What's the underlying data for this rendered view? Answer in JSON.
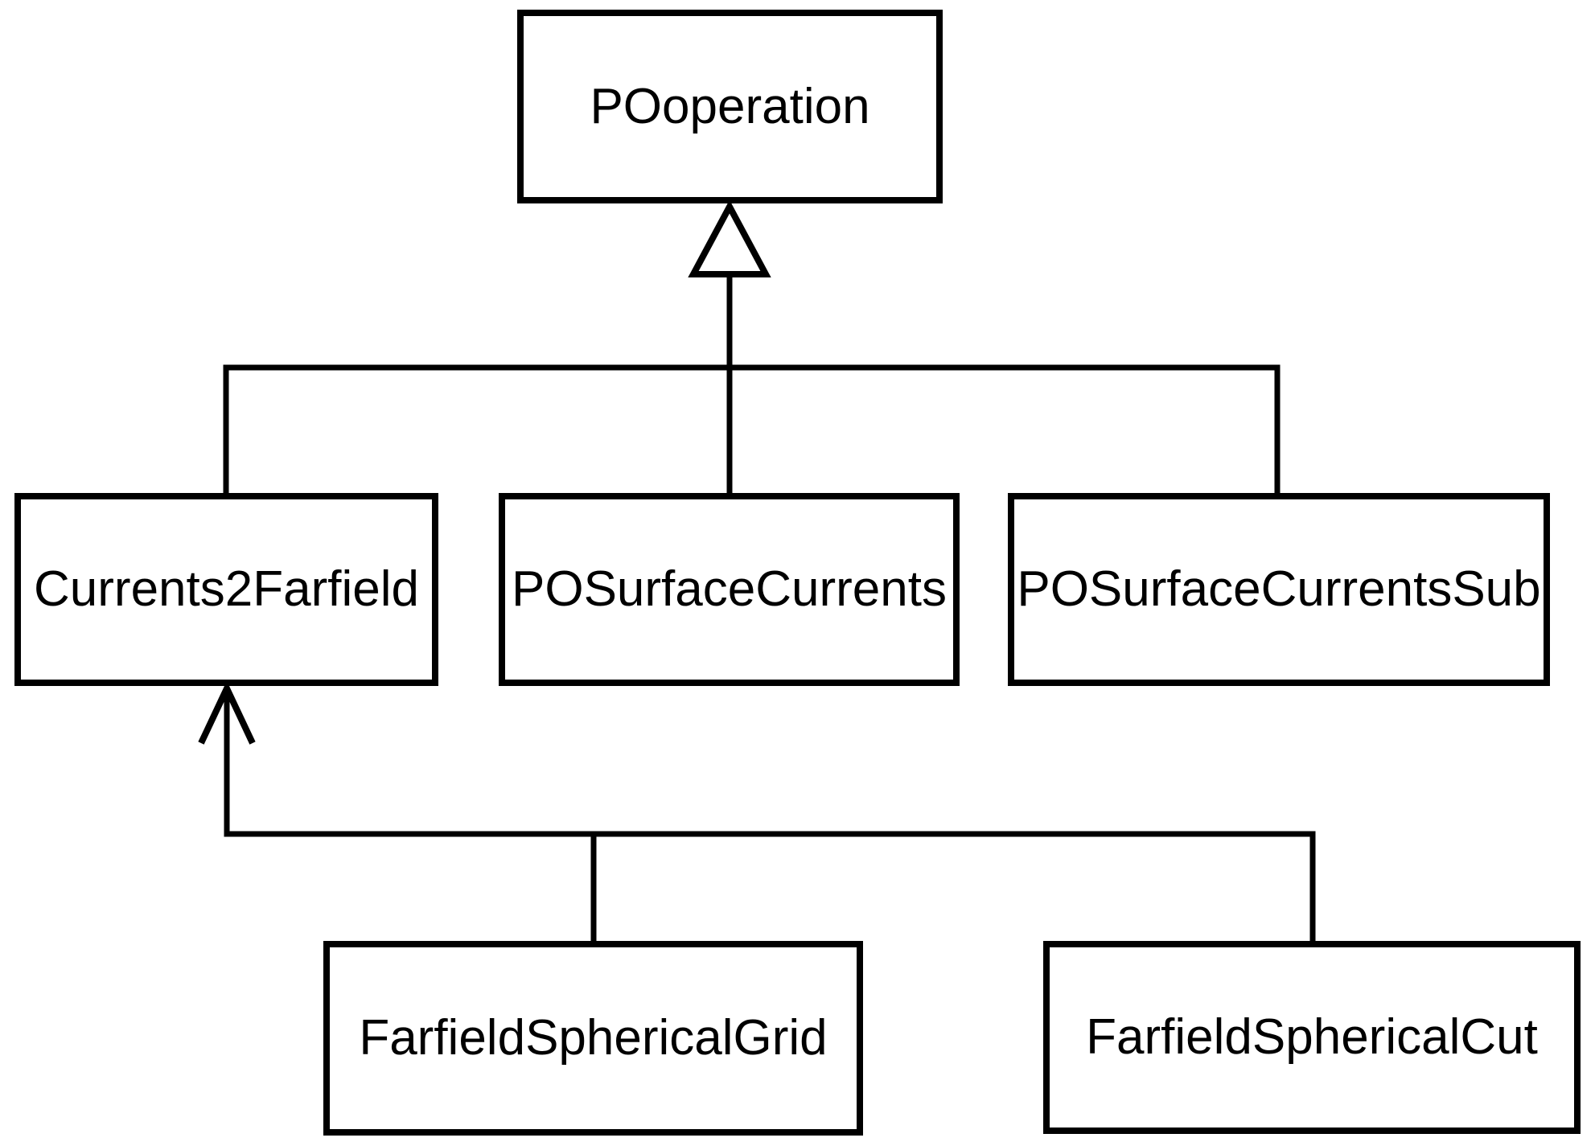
{
  "diagram": {
    "kind": "uml-class-inheritance-diagram",
    "colors": {
      "stroke": "#000000",
      "node_fill": "#ffffff",
      "text": "#000000",
      "background": "#ffffff"
    },
    "nodes": [
      {
        "id": "POoperation",
        "label": "POoperation"
      },
      {
        "id": "Currents2Farfield",
        "label": "Currents2Farfield"
      },
      {
        "id": "POSurfaceCurrents",
        "label": "POSurfaceCurrents"
      },
      {
        "id": "POSurfaceCurrentsSub",
        "label": "POSurfaceCurrentsSub"
      },
      {
        "id": "FarfieldSphericalGrid",
        "label": "FarfieldSphericalGrid"
      },
      {
        "id": "FarfieldSphericalCut",
        "label": "FarfieldSphericalCut"
      }
    ],
    "edges": [
      {
        "from": "Currents2Farfield",
        "to": "POoperation",
        "relation": "generalization",
        "arrowhead": "hollow-triangle"
      },
      {
        "from": "POSurfaceCurrents",
        "to": "POoperation",
        "relation": "generalization",
        "arrowhead": "hollow-triangle"
      },
      {
        "from": "POSurfaceCurrentsSub",
        "to": "POoperation",
        "relation": "generalization",
        "arrowhead": "hollow-triangle"
      },
      {
        "from": "FarfieldSphericalGrid",
        "to": "Currents2Farfield",
        "relation": "generalization",
        "arrowhead": "open-arrow"
      },
      {
        "from": "FarfieldSphericalCut",
        "to": "Currents2Farfield",
        "relation": "generalization",
        "arrowhead": "open-arrow"
      }
    ]
  }
}
